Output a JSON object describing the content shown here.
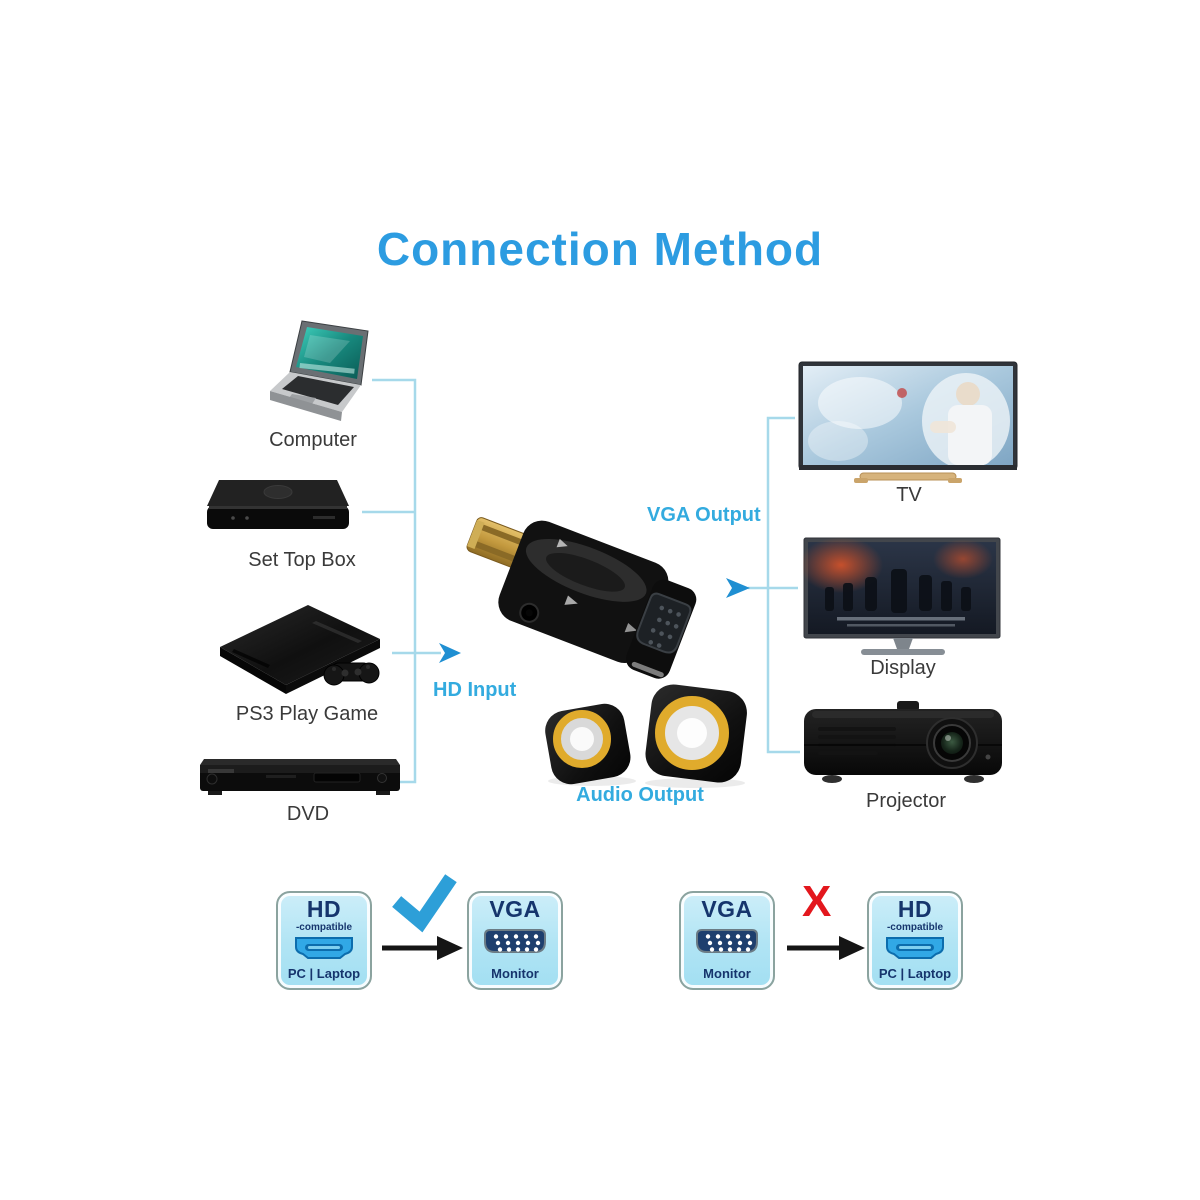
{
  "title": "Connection Method",
  "sources": [
    {
      "label": "Computer"
    },
    {
      "label": "Set Top Box"
    },
    {
      "label": "PS3 Play Game"
    },
    {
      "label": "DVD"
    }
  ],
  "adapter": {
    "name": "HDMI to VGA adapter",
    "ports": [
      "HDMI male plug",
      "VGA female port",
      "3.5mm audio jack"
    ]
  },
  "flow_labels": {
    "hd_input": "HD Input",
    "vga_output": "VGA Output",
    "audio_output": "Audio Output"
  },
  "outputs": [
    {
      "label": "TV"
    },
    {
      "label": "Display"
    },
    {
      "label": "Projector"
    }
  ],
  "comparison": {
    "correct": {
      "source_box": {
        "title": "HD",
        "subtitle": "-compatible",
        "caption": "PC | Laptop",
        "port_icon": "hdmi-port-icon"
      },
      "target_box": {
        "title": "VGA",
        "caption": "Monitor",
        "port_icon": "vga-port-icon"
      },
      "verdict": "valid",
      "verdict_icon": "check-icon"
    },
    "wrong": {
      "source_box": {
        "title": "VGA",
        "caption": "Monitor",
        "port_icon": "vga-port-icon"
      },
      "target_box": {
        "title": "HD",
        "subtitle": "-compatible",
        "caption": "PC | Laptop",
        "port_icon": "hdmi-port-icon"
      },
      "verdict": "invalid",
      "verdict_label": "X",
      "verdict_icon": "x-icon"
    }
  },
  "colors": {
    "title_blue": "#2c9ce1",
    "flow_label_blue": "#33abdf",
    "connector_line": "#a6d9ea",
    "arrow_blue": "#1f8fd2",
    "check_blue": "#2d9fd8",
    "cross_red": "#e3171d",
    "box_fill": "#b0e4f4",
    "box_text_navy": "#16356d",
    "hdmi_icon_blue": "#31a8e6",
    "vga_icon_navy": "#1e3f6e",
    "speaker_ring_gold": "#e0ab2c"
  }
}
